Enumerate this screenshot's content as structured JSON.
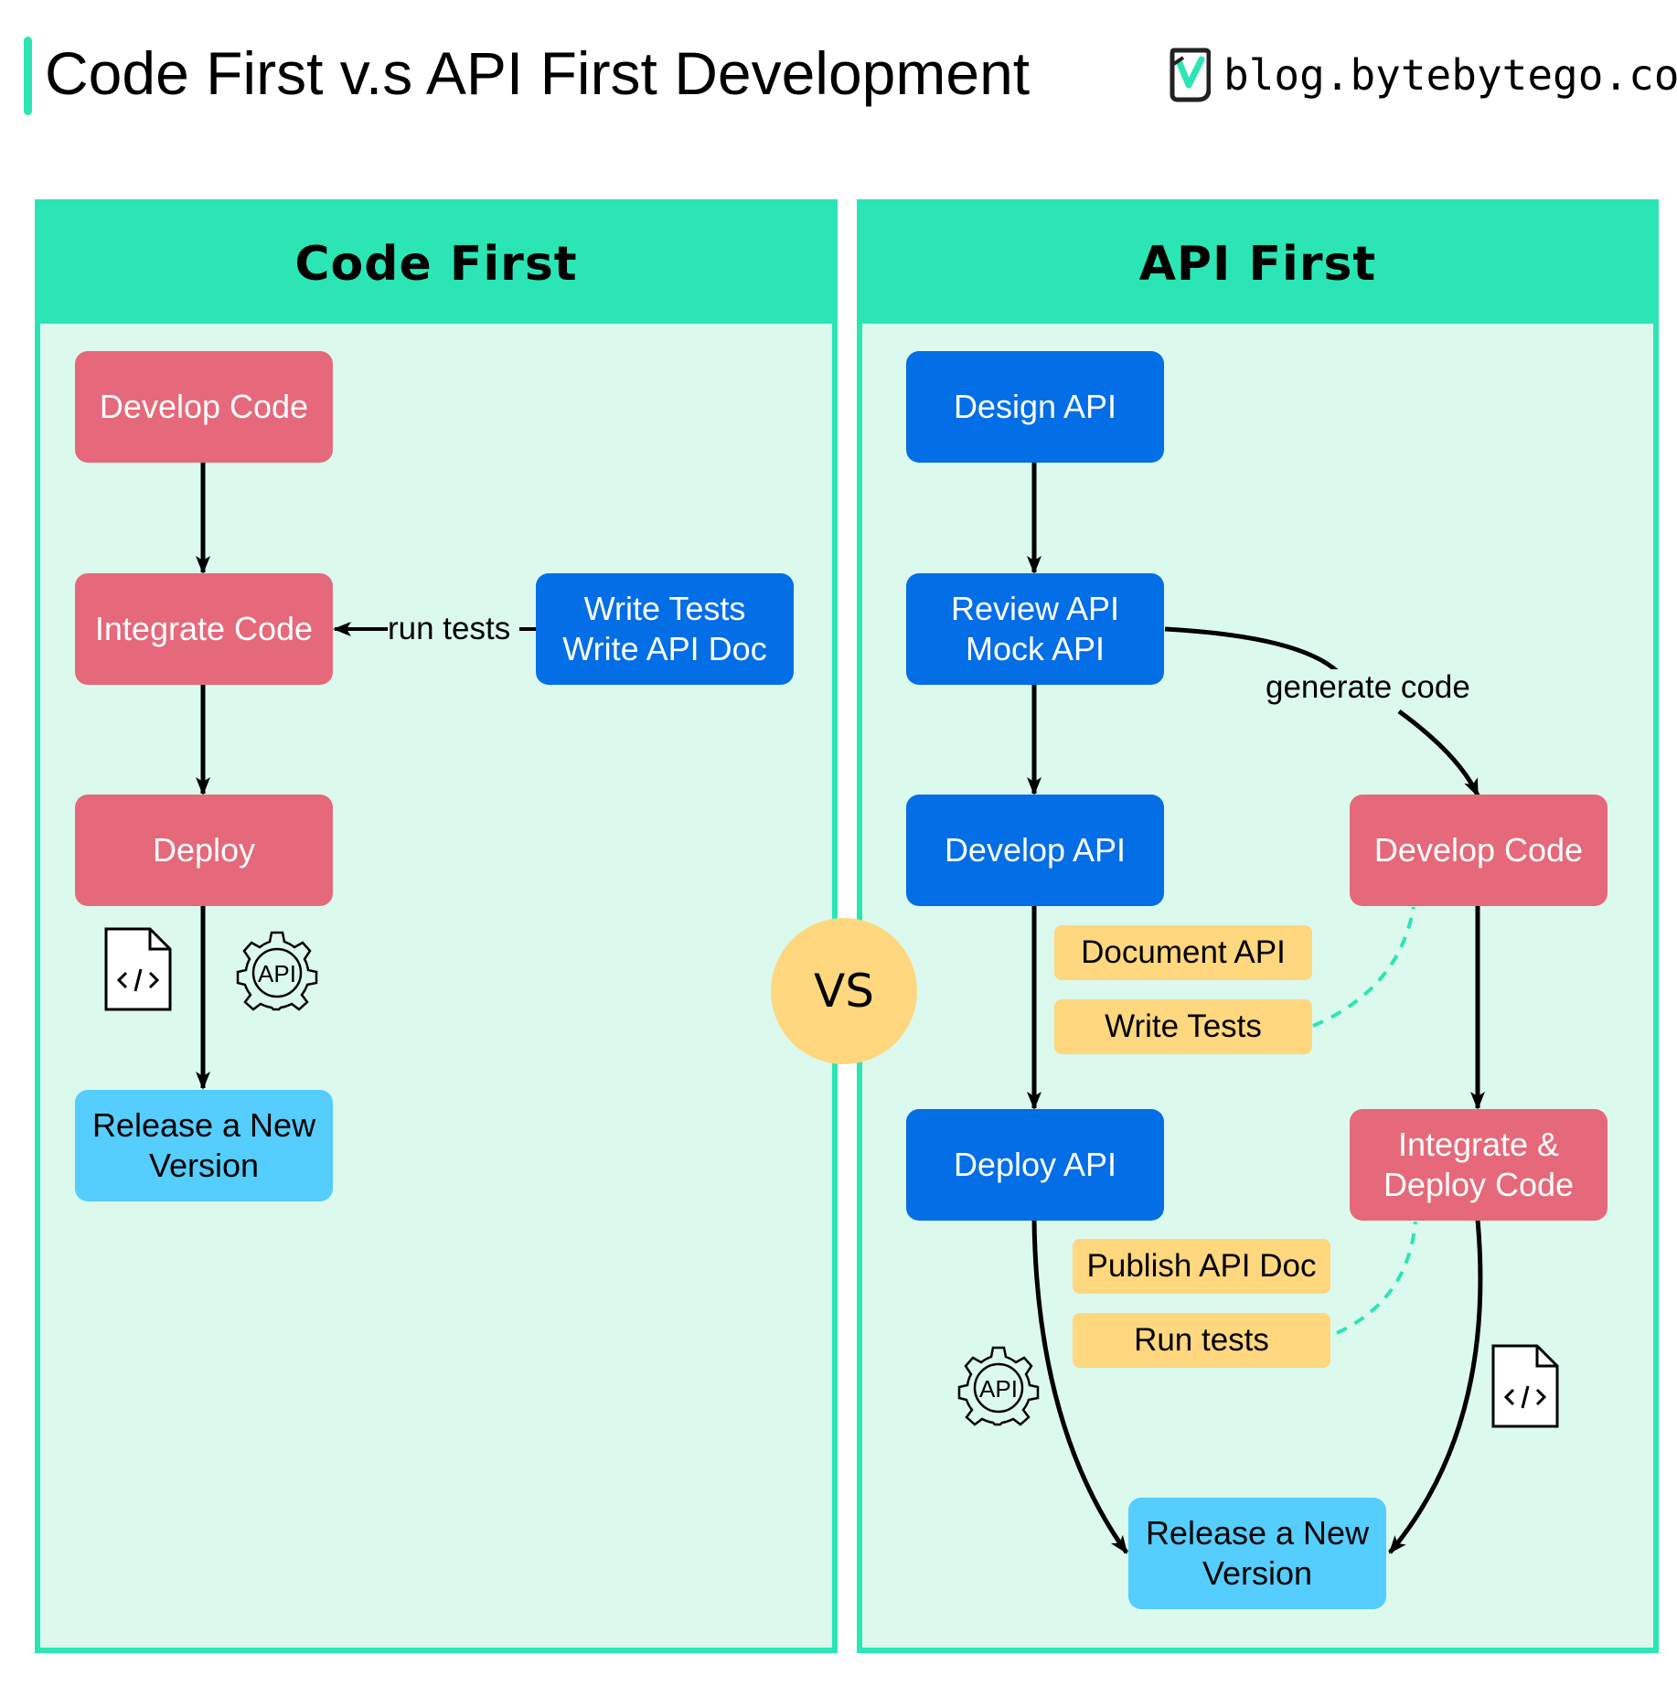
{
  "header": {
    "title": "Code First v.s API First Development",
    "brand": "blog.bytebytego.com",
    "brand_icon": "bytebytego-logo-icon"
  },
  "colors": {
    "accent": "#2ce5b5",
    "panel_bg": "#dcf9ee",
    "red": "#e5697a",
    "blue": "#036ee6",
    "light_blue": "#55cdfd",
    "yellow": "#fed77e"
  },
  "code_first": {
    "title": "Code First",
    "develop_code": "Develop Code",
    "integrate_code": "Integrate Code",
    "deploy": "Deploy",
    "release": [
      "Release a New",
      "Version"
    ],
    "write_tests": [
      "Write Tests",
      "Write API Doc"
    ],
    "run_tests_label": "run tests",
    "icons": [
      "code-file-icon",
      "api-gear-icon"
    ]
  },
  "vs": "VS",
  "api_first": {
    "title": "API First",
    "design_api": "Design API",
    "review_api": [
      "Review API",
      "Mock API"
    ],
    "generate_code_label": "generate code",
    "develop_api": "Develop API",
    "develop_code": "Develop Code",
    "document_api": "Document API",
    "write_tests": "Write Tests",
    "deploy_api": "Deploy API",
    "integrate_deploy": [
      "Integrate &",
      "Deploy Code"
    ],
    "publish_api_doc": "Publish API Doc",
    "run_tests": "Run tests",
    "release": [
      "Release a New",
      "Version"
    ],
    "icons": [
      "api-gear-icon",
      "code-file-icon"
    ]
  }
}
